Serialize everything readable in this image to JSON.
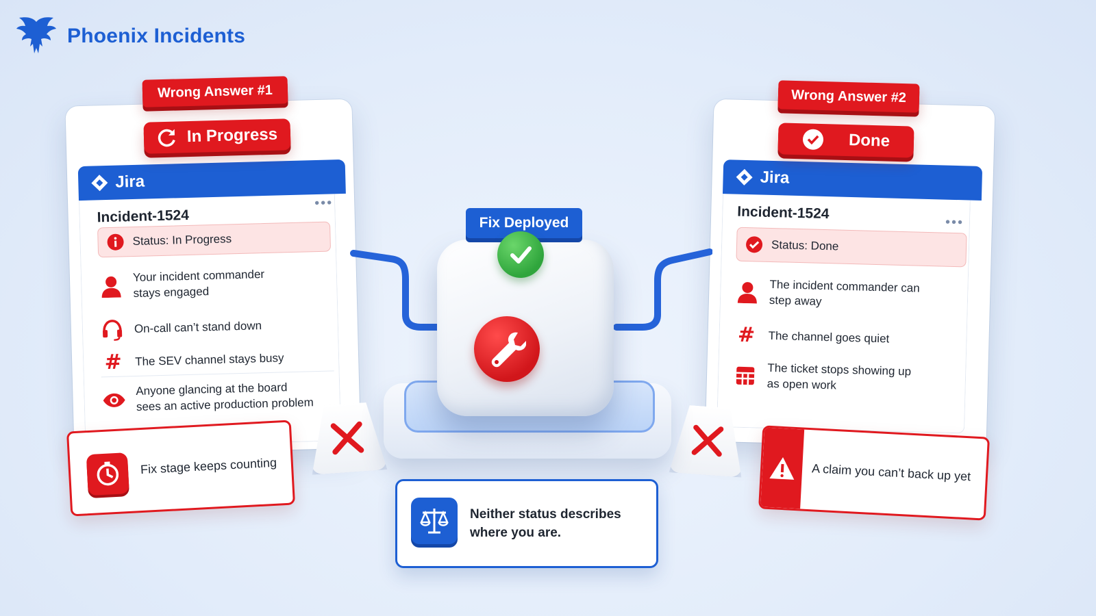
{
  "brand": {
    "name": "Phoenix Incidents",
    "logo_icon": "phoenix-logo"
  },
  "colors": {
    "brand_blue": "#1d5fd3",
    "danger_red": "#e0191f",
    "success_green": "#39b54a",
    "status_pink": "#fde4e4"
  },
  "left_card": {
    "ribbon": "Wrong Answer #1",
    "status_tag": "In Progress",
    "status_tag_icon": "refresh-icon",
    "app": "Jira",
    "incident": "Incident-1524",
    "status_line": "Status: In Progress",
    "items": [
      {
        "icon": "person-icon",
        "text1": "Your incident commander",
        "text2": "stays engaged"
      },
      {
        "icon": "headset-icon",
        "text1": "On-call can’t stand down",
        "text2": ""
      },
      {
        "icon": "hash-icon",
        "text1": "The SEV channel stays busy",
        "text2": ""
      },
      {
        "icon": "eye-icon",
        "text1": "Anyone glancing at the board",
        "text2": "sees an active production problem"
      }
    ],
    "callout": "Fix stage keeps counting"
  },
  "right_card": {
    "ribbon": "Wrong Answer #2",
    "status_tag": "Done",
    "status_tag_icon": "check-circle-icon",
    "app": "Jira",
    "incident": "Incident-1524",
    "status_line": "Status: Done",
    "items": [
      {
        "icon": "person-icon",
        "text1": "The incident commander can",
        "text2": "step away"
      },
      {
        "icon": "hash-icon",
        "text1": "The channel goes quiet",
        "text2": ""
      },
      {
        "icon": "board-icon",
        "text1": "The ticket stops showing up",
        "text2": "as open work"
      }
    ],
    "callout": "A claim you can’t back up yet"
  },
  "center": {
    "label": "Fix Deployed",
    "check_icon": "check-icon",
    "wrench_icon": "wrench-icon"
  },
  "bottom_note": {
    "icon": "scales-icon",
    "line1": "Neither status describes",
    "line2": "where you are."
  }
}
